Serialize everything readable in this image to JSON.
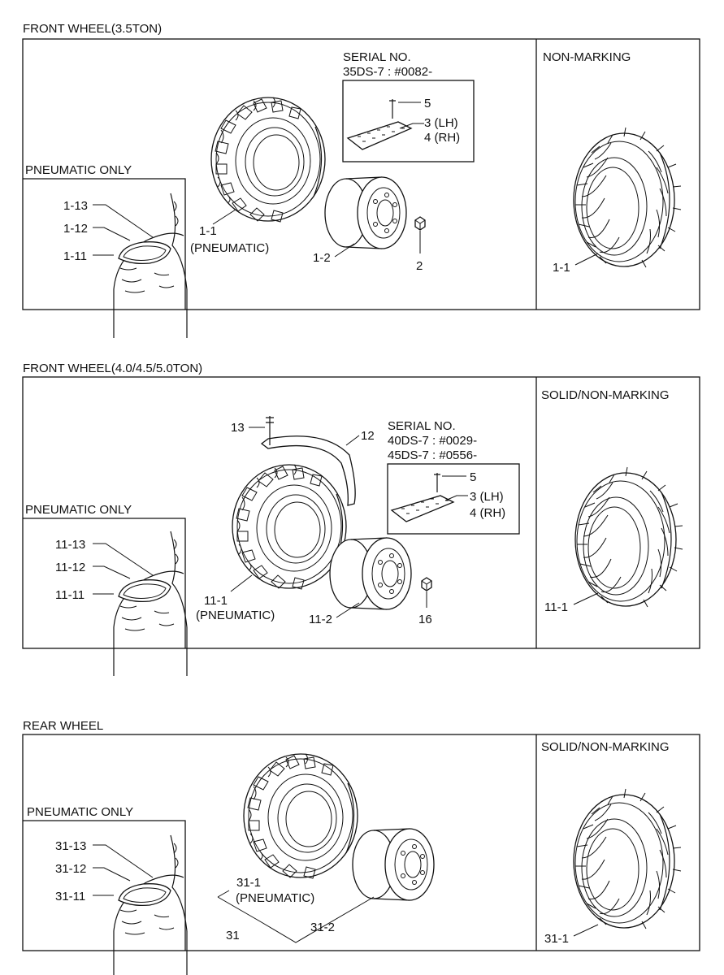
{
  "sections": [
    {
      "title": "FRONT WHEEL(3.5TON)",
      "pneumatic_only": "PNEUMATIC ONLY",
      "cutaway_labels": [
        "1-13",
        "1-12",
        "1-11"
      ],
      "tire_label": "1-1",
      "tire_note": "(PNEUMATIC)",
      "rim_label": "1-2",
      "nut_label": "2",
      "serial_title": "SERIAL NO.",
      "serial_lines": [
        "35DS-7 : #0082-"
      ],
      "plate_bolt": "5",
      "plate_lh": "3 (LH)",
      "plate_rh": "4 (RH)",
      "side_title": "NON-MARKING",
      "side_label": "1-1"
    },
    {
      "title": "FRONT WHEEL(4.0/4.5/5.0TON)",
      "pneumatic_only": "PNEUMATIC ONLY",
      "cutaway_labels": [
        "11-13",
        "11-12",
        "11-11"
      ],
      "tire_label": "11-1",
      "tire_note": "(PNEUMATIC)",
      "rim_label": "11-2",
      "nut_label": "16",
      "fender_label": "12",
      "fender_bolt": "13",
      "serial_title": "SERIAL NO.",
      "serial_lines": [
        "40DS-7 : #0029-",
        "45DS-7 : #0556-"
      ],
      "plate_bolt": "5",
      "plate_lh": "3 (LH)",
      "plate_rh": "4 (RH)",
      "side_title": "SOLID/NON-MARKING",
      "side_label": "11-1"
    },
    {
      "title": "REAR WHEEL",
      "pneumatic_only": "PNEUMATIC ONLY",
      "cutaway_labels": [
        "31-13",
        "31-12",
        "31-11"
      ],
      "tire_label": "31-1",
      "tire_note": "(PNEUMATIC)",
      "rim_label": "31-2",
      "assembly_label": "31",
      "side_title": "SOLID/NON-MARKING",
      "side_label": "31-1"
    }
  ]
}
